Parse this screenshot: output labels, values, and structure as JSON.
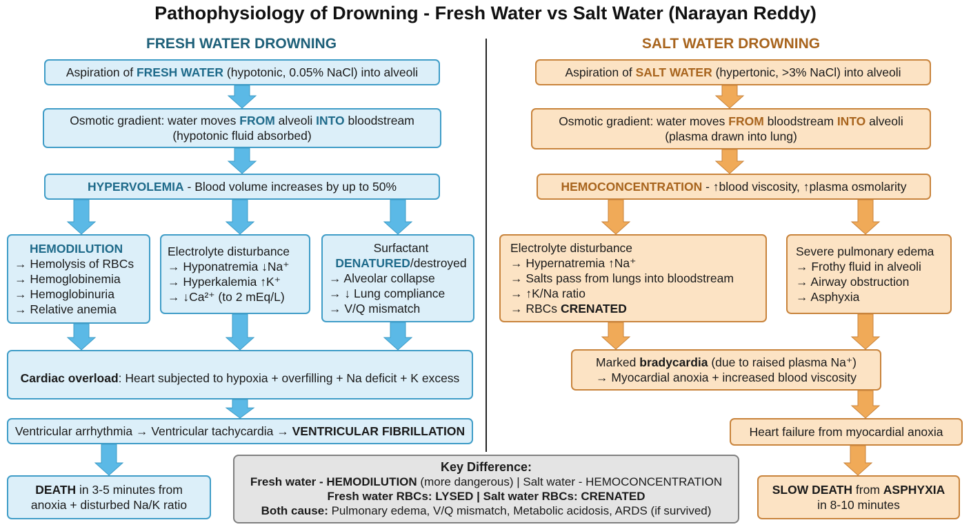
{
  "title": "Pathophysiology of Drowning - Fresh Water vs Salt Water (Narayan Reddy)",
  "colors": {
    "fresh_fill": "#dceff9",
    "fresh_border": "#3e9cc7",
    "fresh_accent": "#1e6a8a",
    "salt_fill": "#fce3c4",
    "salt_border": "#c8833b",
    "salt_accent": "#a8641d",
    "fresh_arrow": "#5bb9e6",
    "salt_arrow": "#f0aa58"
  },
  "fresh": {
    "heading": "FRESH WATER DROWNING",
    "aspiration": {
      "pre": "Aspiration of ",
      "hl": "FRESH WATER",
      "post": " (hypotonic, 0.05% NaCl) into alveoli"
    },
    "osmotic": {
      "pre": "Osmotic gradient: water moves ",
      "hl1": "FROM",
      "mid": " alveoli ",
      "hl2": "INTO",
      "post": " bloodstream",
      "line2": "(hypotonic fluid absorbed)"
    },
    "hypervolemia": {
      "hl": "HYPERVOLEMIA",
      "post": " - Blood volume increases by up to 50%"
    },
    "hemodilution": {
      "heading": "HEMODILUTION",
      "items": [
        "→ Hemolysis of RBCs",
        "→ Hemoglobinemia",
        "→ Hemoglobinuria",
        "→ Relative anemia"
      ]
    },
    "electrolyte": {
      "heading": "Electrolyte disturbance",
      "items": [
        "→ Hyponatremia ↓Na⁺",
        "→ Hyperkalemia ↑K⁺",
        "→ ↓Ca²⁺ (to 2 mEq/L)"
      ]
    },
    "surfactant": {
      "line1": "Surfactant",
      "hl": "DENATURED",
      "post": "/destroyed",
      "items": [
        "→ Alveolar collapse",
        "→ ↓ Lung compliance",
        "→ V/Q mismatch"
      ]
    },
    "cardiac": {
      "hl": "Cardiac overload",
      "post": ": Heart subjected to hypoxia + overfilling + Na deficit + K excess"
    },
    "arrhythmia": {
      "pre": "Ventricular arrhythmia → Ventricular tachycardia → ",
      "hl": "VENTRICULAR FIBRILLATION"
    },
    "death": {
      "hl": "DEATH",
      "post": " in 3-5 minutes from",
      "line2": "anoxia + disturbed Na/K ratio"
    }
  },
  "salt": {
    "heading": "SALT WATER DROWNING",
    "aspiration": {
      "pre": "Aspiration of ",
      "hl": "SALT WATER",
      "post": " (hypertonic, >3% NaCl) into alveoli"
    },
    "osmotic": {
      "pre": "Osmotic gradient: water moves ",
      "hl1": "FROM",
      "mid": " bloodstream ",
      "hl2": "INTO",
      "post": " alveoli",
      "line2": "(plasma drawn into lung)"
    },
    "hemoconcentration": {
      "hl": "HEMOCONCENTRATION",
      "post": " - ↑blood viscosity, ↑plasma osmolarity"
    },
    "electrolyte": {
      "heading": "Electrolyte disturbance",
      "items": [
        "→ Hypernatremia ↑Na⁺",
        "→ Salts pass from lungs into bloodstream",
        "→ ↑K/Na ratio"
      ],
      "last_pre": "→ RBCs ",
      "last_hl": "CRENATED"
    },
    "edema": {
      "heading": "Severe pulmonary edema",
      "items": [
        "→ Frothy fluid in alveoli",
        "→ Airway obstruction",
        "→ Asphyxia"
      ]
    },
    "bradycardia": {
      "pre": "Marked ",
      "hl": "bradycardia",
      "post": " (due to raised plasma Na⁺)",
      "line2": "→ Myocardial anoxia + increased blood viscosity"
    },
    "heart_failure": "Heart failure from myocardial anoxia",
    "death": {
      "hl1": "SLOW DEATH",
      "mid": " from ",
      "hl2": "ASPHYXIA",
      "line2": "in 8-10 minutes"
    }
  },
  "key": {
    "title": "Key Difference:",
    "line1": {
      "a": "Fresh water - HEMODILUTION",
      "b": " (more dangerous) | Salt water - HEMOCONCENTRATION"
    },
    "line2": "Fresh water RBCs: LYSED | Salt water RBCs: CRENATED",
    "line3": {
      "a": "Both cause:",
      "b": " Pulmonary edema, V/Q mismatch, Metabolic acidosis, ARDS (if survived)"
    }
  }
}
